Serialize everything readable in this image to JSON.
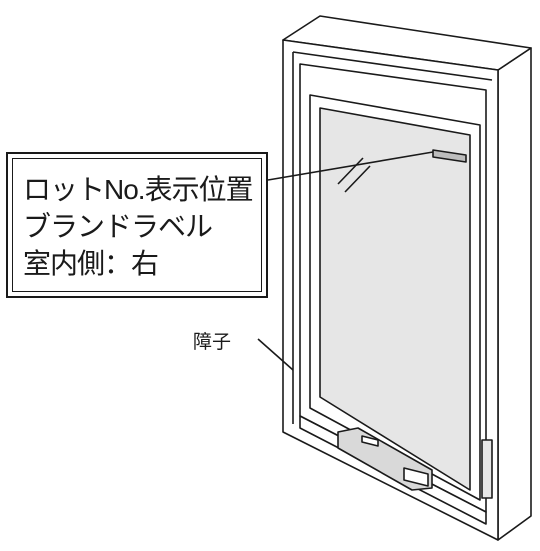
{
  "callout": {
    "lines": [
      "ロットNo.表示位置",
      "ブランドラベル",
      "室内側：右"
    ]
  },
  "labels": {
    "mullion": "障子"
  },
  "colors": {
    "line": "#1a1a1a",
    "glass": "#e6e6e6",
    "frame_face": "#ffffff",
    "label_plate": "#bdbdbd",
    "hardware": "#d9d9d9"
  }
}
